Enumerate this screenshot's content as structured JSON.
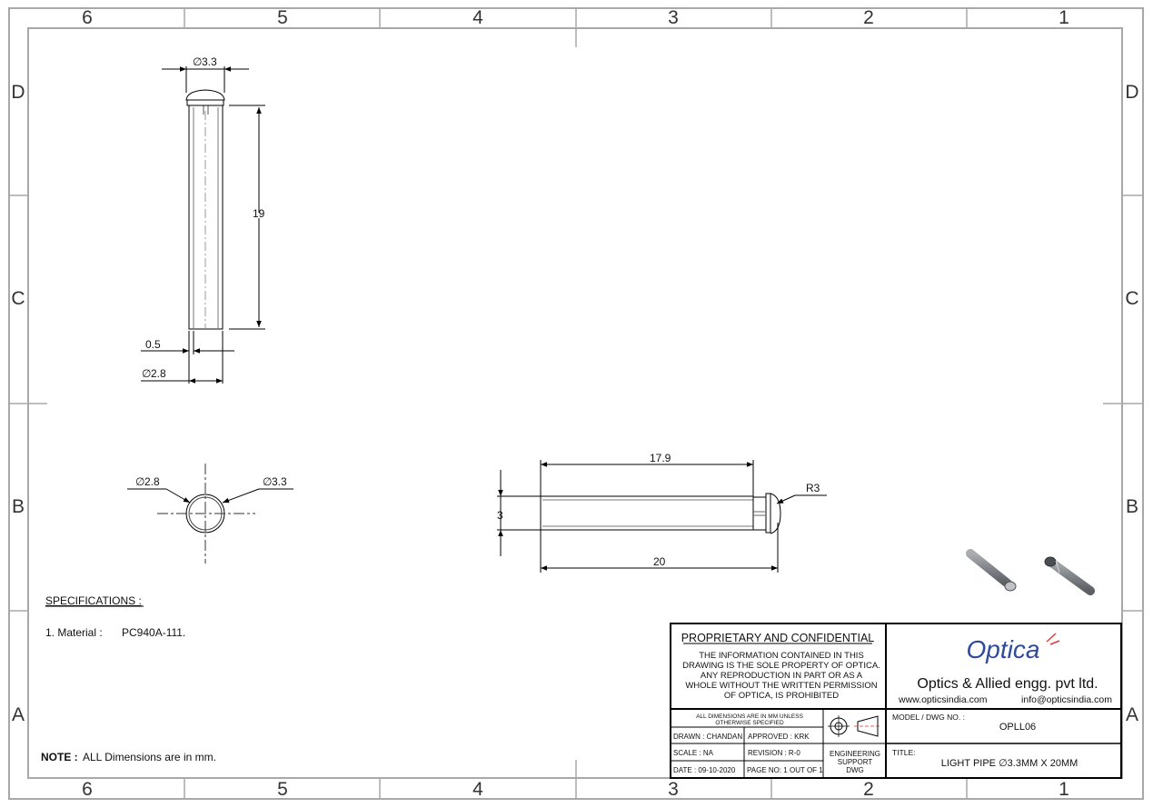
{
  "zones": {
    "columns": [
      "6",
      "5",
      "4",
      "3",
      "2",
      "1"
    ],
    "rows": [
      "D",
      "C",
      "B",
      "A"
    ]
  },
  "dimensions": {
    "top_dia": "3.3",
    "length_19": "19",
    "wall": "0.5",
    "bottom_dia": "2.8",
    "end_dia_inner": "2.8",
    "end_dia_outer": "3.3",
    "len_17_9": "17.9",
    "height_3": "3",
    "len_20": "20",
    "radius": "R3",
    "dia_symbol": "∅"
  },
  "specifications": {
    "heading": "SPECIFICATIONS :",
    "item_label": "1. Material :",
    "item_value": "PC940A-111."
  },
  "note": {
    "label": "NOTE :",
    "text": "ALL Dimensions are in mm."
  },
  "title_block": {
    "proprietary_heading": "PROPRIETARY AND CONFIDENTIAL",
    "proprietary_lines": [
      "THE INFORMATION CONTAINED IN THIS",
      "DRAWING IS THE SOLE PROPERTY OF OPTICA.",
      "ANY REPRODUCTION  IN PART OR AS A",
      "WHOLE WITHOUT THE WRITTEN PERMISSION",
      "OF OPTICA, IS PROHIBITED"
    ],
    "units_note_lines": [
      "ALL DIMENSIONS ARE IN MM UNLESS",
      "OTHERWISE SPECIFIED"
    ],
    "drawn": "DRAWN : CHANDAN",
    "approved": "APPROVED : KRK",
    "scale": "SCALE : NA",
    "revision": "REVISION : R-0",
    "date": "DATE : 09-10-2020",
    "page": "PAGE NO: 1 OUT OF 1",
    "support_lines": [
      "ENGINEERING",
      "SUPPORT",
      "DWG"
    ],
    "logo_text": "Optica",
    "company": "Optics & Allied engg. pvt ltd.",
    "website": "www.opticsindia.com",
    "email": "info@opticsindia.com",
    "model_label": "MODEL / DWG NO. :",
    "model_value": "OPLL06",
    "title_label": "TITLE:",
    "title_value": "LIGHT PIPE  ∅3.3MM X 20MM"
  },
  "colors": {
    "frame": "#9a9a9a",
    "logo_blue": "#2d4a9b",
    "logo_accent": "#e23a3a",
    "part_shade": "#9aa0a8"
  }
}
